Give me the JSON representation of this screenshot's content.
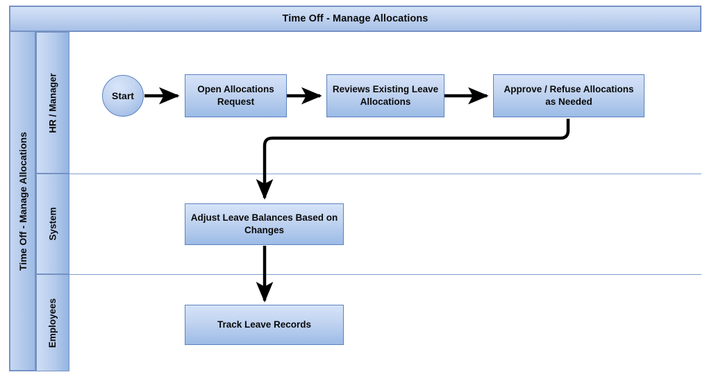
{
  "pool": {
    "title": "Time Off - Manage Allocations",
    "vertical_label": "Time Off - Manage Allocations"
  },
  "lanes": [
    {
      "id": "hr-manager",
      "label": "HR / Manager"
    },
    {
      "id": "system",
      "label": "System"
    },
    {
      "id": "employees",
      "label": "Employees"
    }
  ],
  "nodes": [
    {
      "id": "start",
      "type": "start",
      "lane": "hr-manager",
      "label": "Start"
    },
    {
      "id": "open-allocations",
      "type": "task",
      "lane": "hr-manager",
      "label": "Open Allocations Request"
    },
    {
      "id": "reviews-existing",
      "type": "task",
      "lane": "hr-manager",
      "label": "Reviews Existing Leave Allocations"
    },
    {
      "id": "approve-refuse",
      "type": "task",
      "lane": "hr-manager",
      "label": "Approve / Refuse Allocations as Needed"
    },
    {
      "id": "adjust-balances",
      "type": "task",
      "lane": "system",
      "label": "Adjust Leave Balances Based on Changes"
    },
    {
      "id": "track-records",
      "type": "task",
      "lane": "employees",
      "label": "Track Leave Records"
    }
  ],
  "edges": [
    {
      "id": "e1",
      "from": "start",
      "to": "open-allocations"
    },
    {
      "id": "e2",
      "from": "open-allocations",
      "to": "reviews-existing"
    },
    {
      "id": "e3",
      "from": "reviews-existing",
      "to": "approve-refuse"
    },
    {
      "id": "e4",
      "from": "approve-refuse",
      "to": "adjust-balances"
    },
    {
      "id": "e5",
      "from": "adjust-balances",
      "to": "track-records"
    }
  ],
  "colors": {
    "frame_border": "#7592c4",
    "node_border": "#5b82bf",
    "node_fill_top": "#d6e3f8",
    "node_fill_bottom": "#9cbbe6",
    "lane_divider": "#7f9fce",
    "connector": "#000000",
    "background": "#ffffff"
  }
}
